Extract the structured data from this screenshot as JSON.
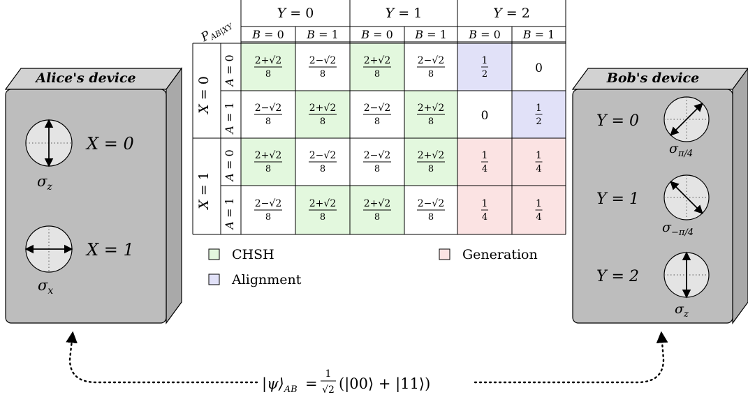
{
  "alice": {
    "title": "Alice's device",
    "measurements": [
      {
        "operator": "σ",
        "sub": "z",
        "setting": "X = 0",
        "arrow_axis": "vertical"
      },
      {
        "operator": "σ",
        "sub": "x",
        "setting": "X = 1",
        "arrow_axis": "horizontal"
      }
    ]
  },
  "bob": {
    "title": "Bob's device",
    "measurements": [
      {
        "operator": "σ",
        "sub": "π/4",
        "setting": "Y = 0",
        "arrow_axis": "diag-up"
      },
      {
        "operator": "σ",
        "sub": "−π/4",
        "setting": "Y = 1",
        "arrow_axis": "diag-down"
      },
      {
        "operator": "σ",
        "sub": "z",
        "setting": "Y = 2",
        "arrow_axis": "vertical"
      }
    ]
  },
  "table": {
    "corner_label": "P",
    "corner_sub": "AB|XY",
    "y_headers": [
      "Y = 0",
      "Y = 1",
      "Y = 2"
    ],
    "b_headers": [
      "B = 0",
      "B = 1",
      "B = 0",
      "B = 1",
      "B = 0",
      "B = 1"
    ],
    "x_headers": [
      "X = 0",
      "X = 1"
    ],
    "a_headers": [
      "A = 0",
      "A = 1",
      "A = 0",
      "A = 1"
    ],
    "rows": [
      [
        {
          "v": "(2+√2)/8",
          "k": "chsh"
        },
        {
          "v": "(2−√2)/8",
          "k": ""
        },
        {
          "v": "(2+√2)/8",
          "k": "chsh"
        },
        {
          "v": "(2−√2)/8",
          "k": ""
        },
        {
          "v": "1/2",
          "k": "align"
        },
        {
          "v": "0",
          "k": ""
        }
      ],
      [
        {
          "v": "(2−√2)/8",
          "k": ""
        },
        {
          "v": "(2+√2)/8",
          "k": "chsh"
        },
        {
          "v": "(2−√2)/8",
          "k": ""
        },
        {
          "v": "(2+√2)/8",
          "k": "chsh"
        },
        {
          "v": "0",
          "k": ""
        },
        {
          "v": "1/2",
          "k": "align"
        }
      ],
      [
        {
          "v": "(2+√2)/8",
          "k": "chsh"
        },
        {
          "v": "(2−√2)/8",
          "k": ""
        },
        {
          "v": "(2−√2)/8",
          "k": ""
        },
        {
          "v": "(2+√2)/8",
          "k": "chsh"
        },
        {
          "v": "1/4",
          "k": "gen"
        },
        {
          "v": "1/4",
          "k": "gen"
        }
      ],
      [
        {
          "v": "(2−√2)/8",
          "k": ""
        },
        {
          "v": "(2+√2)/8",
          "k": "chsh"
        },
        {
          "v": "(2+√2)/8",
          "k": "chsh"
        },
        {
          "v": "(2−√2)/8",
          "k": ""
        },
        {
          "v": "1/4",
          "k": "gen"
        },
        {
          "v": "1/4",
          "k": "gen"
        }
      ]
    ]
  },
  "legend": [
    {
      "label": "CHSH",
      "key": "chsh"
    },
    {
      "label": "Generation",
      "key": "gen"
    },
    {
      "label": "Alignment",
      "key": "align"
    }
  ],
  "state": {
    "psi": "|ψ⟩",
    "sub": "AB",
    "equals": "=",
    "prefactor_num": "1",
    "prefactor_den": "√2",
    "expression": "(|00⟩ + |11⟩)"
  },
  "colors": {
    "chsh": "#e3f8de",
    "align": "#e1e1f8",
    "gen": "#fbe3e3",
    "device_front": "#bdbdbd",
    "device_side": "#a9a9a9",
    "device_top": "#d2d2d2",
    "circle_fill": "#e4e4e4"
  }
}
